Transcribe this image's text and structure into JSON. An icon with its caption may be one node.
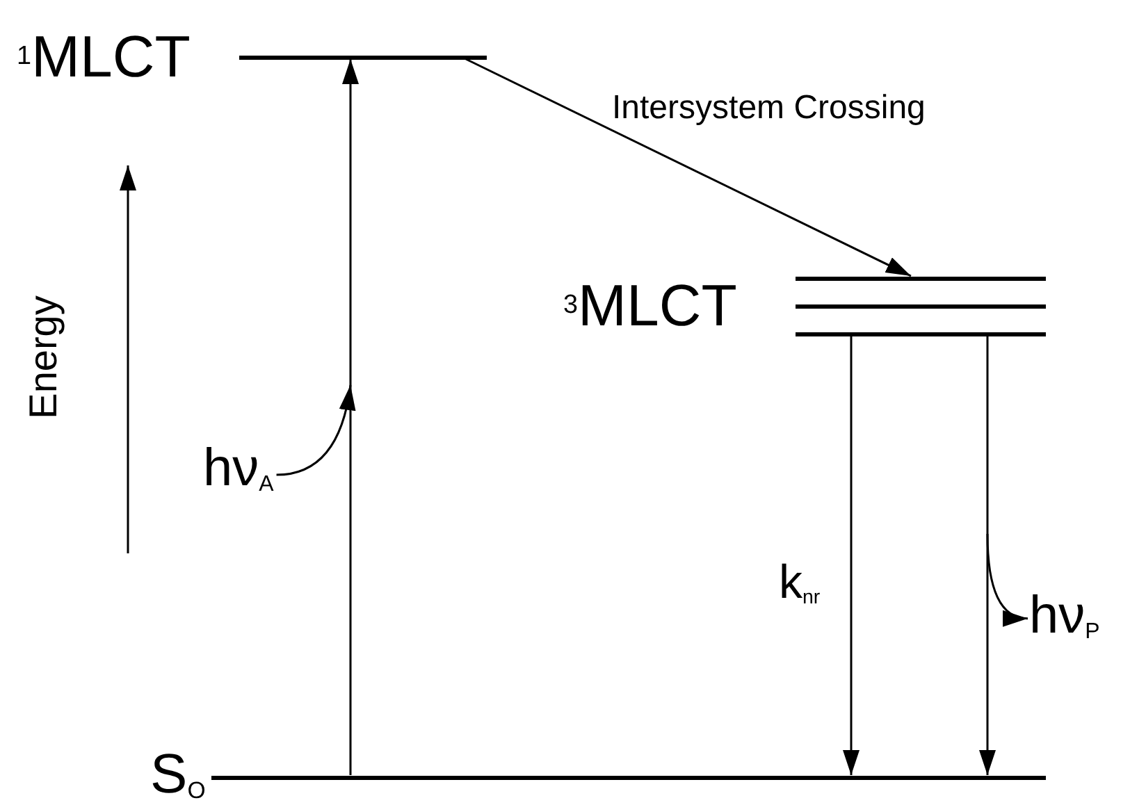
{
  "diagram": {
    "nodes": [
      {
        "text": [
          "$^{1}$MLCT"
        ]
      },
      {
        "text": [
          "$^{3}$MLCT"
        ]
      },
      {
        "text": [
          "S$_{O}$"
        ]
      },
      {
        "text": [
          "hν$_{A}$"
        ]
      },
      {
        "text": [
          "hν$_{P}$"
        ]
      }
    ],
    "edges": [
      {
        "from": 2,
        "to": 0,
        "arrow": "to"
      },
      {
        "from": 0,
        "to": 1,
        "arrow": "to",
        "label": "Intersystem Crossing"
      },
      {
        "from": 1,
        "to": 2,
        "arrow": "to",
        "label": "k$_{nr}$"
      },
      {
        "from": 1,
        "to": 2,
        "arrow": "to"
      },
      {
        "from": 3,
        "to": null,
        "arrow": "to"
      },
      {
        "from": null,
        "to": 4,
        "arrow": "to"
      }
    ],
    "labels": [
      "Energy"
    ]
  }
}
